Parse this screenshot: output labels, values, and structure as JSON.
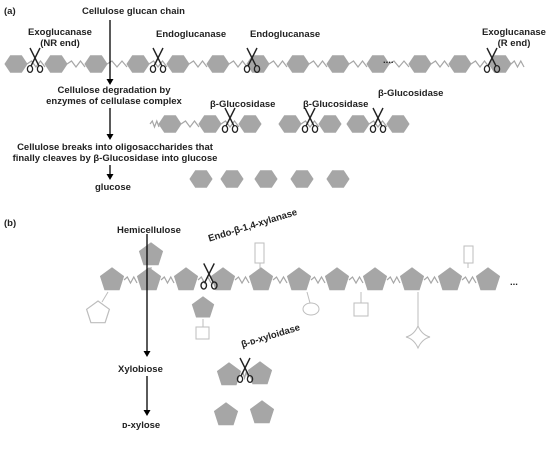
{
  "panel_a": {
    "label": "(a)",
    "chain_title": "Cellulose glucan chain",
    "exo_nr": [
      "Exoglucanase",
      "(NR end)"
    ],
    "endo_1": "Endoglucanase",
    "endo_2": "Endoglucanase",
    "exo_r": [
      "Exoglucanase",
      "(R end)"
    ],
    "ellipsis": "....",
    "step_1": [
      "Cellulose degradation by",
      "enzymes of cellulase complex"
    ],
    "bgluc_1": "β-Glucosidase",
    "bgluc_2": "β-Glucosidase",
    "bgluc_3": "β-Glucosidase",
    "step_2": [
      "Cellulose breaks into oligosaccharides that",
      "finally cleaves by β-Glucosidase into glucose"
    ],
    "product": "glucose"
  },
  "panel_b": {
    "label": "(b)",
    "substrate": "Hemicellulose",
    "enzyme_1": "Endo-β-1,4-xylanase",
    "ellipsis": "...",
    "enzyme_2": "β-ᴅ-xyloidase",
    "intermediate": "Xylobiose",
    "product": "ᴅ-xylose"
  },
  "colors": {
    "sugar_fill": "#a6a6a6",
    "outline": "#bdbdbd",
    "text": "#222222"
  }
}
